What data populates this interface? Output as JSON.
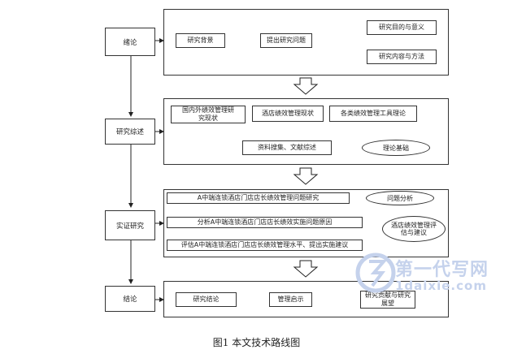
{
  "stages": [
    "绪论",
    "研究综述",
    "实证研究",
    "结论"
  ],
  "section1": {
    "background": "研究背景",
    "question": "提出研究问题",
    "purpose": "研究目的与意义",
    "content": "研究内容与方法"
  },
  "section2": {
    "domestic": "国内外绩效管理研究现状",
    "hotel": "酒店绩效管理现状",
    "tools": "各类绩效管理工具理论",
    "data": "资料搜集、文献综述",
    "theory": "理论基础"
  },
  "section3": {
    "problem_study": "A中端连锁酒店门店店长绩效管理问题研究",
    "problem_analysis": "问题分析",
    "cause": "分析A中端连锁酒店门店店长绩效实施问题原因",
    "suggest_oval": "酒店绩效管理评估与建议",
    "evaluate": "评估A中端连锁酒店门店店长绩效管理水平、提出实施建议"
  },
  "section4": {
    "conclusion": "研究结论",
    "insight": "管理启示",
    "contribution": "研究贡献与研究展望"
  },
  "caption": "图1  本文技术路线图",
  "watermark": {
    "line1": "第一代写网",
    "line2": "1daixie.com"
  }
}
